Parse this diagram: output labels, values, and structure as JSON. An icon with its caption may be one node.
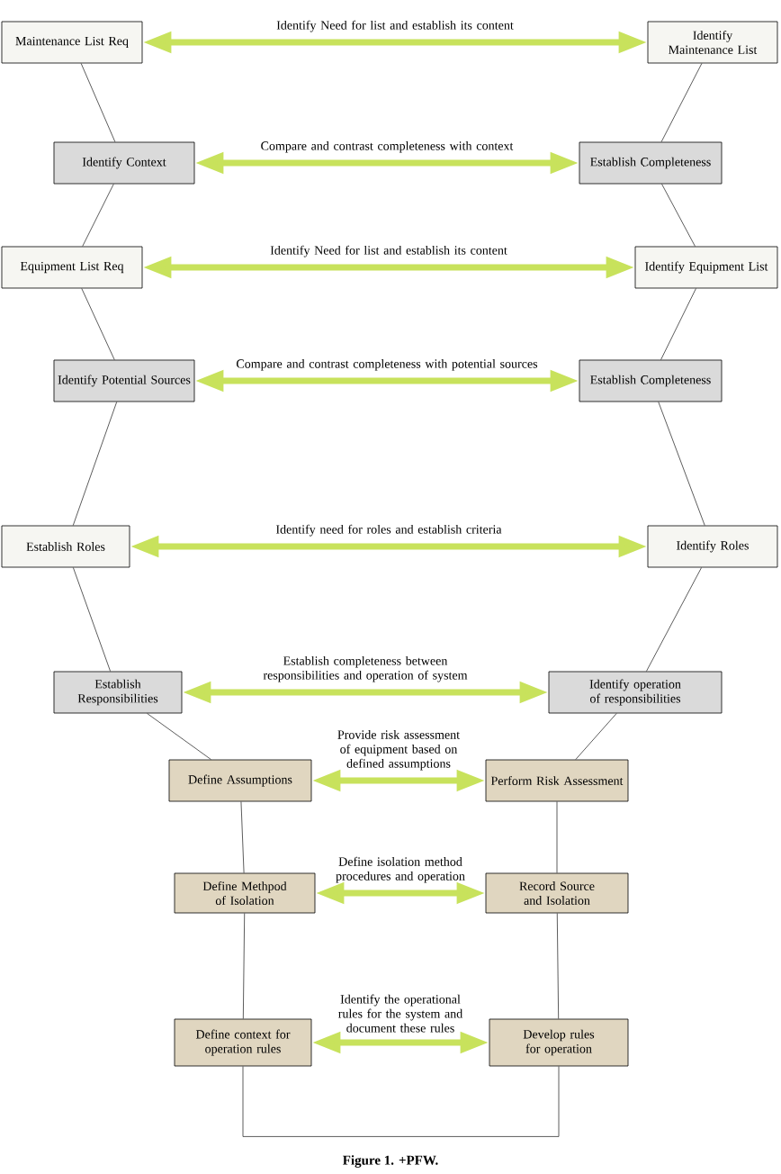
{
  "diagram": {
    "caption": "Figure 1. +PFW.",
    "nodes": [
      {
        "text": [
          "Maintenance List Req"
        ]
      },
      {
        "text": [
          "Identify Maintenance List"
        ]
      },
      {
        "text": [
          "Identify Context"
        ]
      },
      {
        "text": [
          "Establish Completeness"
        ]
      },
      {
        "text": [
          "Equipment List Req"
        ]
      },
      {
        "text": [
          "Identify Equipment List"
        ]
      },
      {
        "text": [
          "Identify Potential Sources"
        ]
      },
      {
        "text": [
          "Establish Completeness"
        ]
      },
      {
        "text": [
          "Establish Roles"
        ]
      },
      {
        "text": [
          "Identify Roles"
        ]
      },
      {
        "text": [
          "Establish Responsibilities"
        ]
      },
      {
        "text": [
          "Identify operation of responsibilities"
        ]
      },
      {
        "text": [
          "Define Assumptions"
        ]
      },
      {
        "text": [
          "Perform Risk Assessment"
        ]
      },
      {
        "text": [
          "Define Methpod of Isolation"
        ]
      },
      {
        "text": [
          "Record Source and Isolation"
        ]
      },
      {
        "text": [
          "Define context for operation rules"
        ]
      },
      {
        "text": [
          "Develop rules for operation"
        ]
      }
    ],
    "edges": [
      {
        "from": 0,
        "to": 1,
        "arrow": "both",
        "label": "Identify Need for list and establish its content",
        "style": "thick",
        "color": "#c8e25c"
      },
      {
        "from": 2,
        "to": 3,
        "arrow": "both",
        "label": "Compare and contrast completeness with context",
        "style": "thick",
        "color": "#c8e25c"
      },
      {
        "from": 4,
        "to": 5,
        "arrow": "both",
        "label": "Identify Need for list and establish its content",
        "style": "thick",
        "color": "#c8e25c"
      },
      {
        "from": 6,
        "to": 7,
        "arrow": "both",
        "label": "Compare and contrast completeness with potential sources",
        "style": "thick",
        "color": "#c8e25c"
      },
      {
        "from": 8,
        "to": 9,
        "arrow": "both",
        "label": "Identify need for roles and establish criteria",
        "style": "thick",
        "color": "#c8e25c"
      },
      {
        "from": 10,
        "to": 11,
        "arrow": "both",
        "label": "Establish completeness between responsibilities and operation of system",
        "style": "thick",
        "color": "#c8e25c"
      },
      {
        "from": 12,
        "to": 13,
        "arrow": "both",
        "label": "Provide risk assessment of equipment based on defined assumptions",
        "style": "thick",
        "color": "#c8e25c"
      },
      {
        "from": 14,
        "to": 15,
        "arrow": "both",
        "label": "Define isolation method procedures and operation",
        "style": "thick",
        "color": "#c8e25c"
      },
      {
        "from": 16,
        "to": 17,
        "arrow": "both",
        "label": "Identify the operational rules for the system and document these rules",
        "style": "thick",
        "color": "#c8e25c"
      },
      {
        "from": 0,
        "to": 2,
        "arrow": "none"
      },
      {
        "from": 2,
        "to": 4,
        "arrow": "none"
      },
      {
        "from": 4,
        "to": 6,
        "arrow": "none"
      },
      {
        "from": 6,
        "to": 8,
        "arrow": "none"
      },
      {
        "from": 8,
        "to": 10,
        "arrow": "none"
      },
      {
        "from": 10,
        "to": 12,
        "arrow": "none"
      },
      {
        "from": 12,
        "to": 14,
        "arrow": "none"
      },
      {
        "from": 14,
        "to": 16,
        "arrow": "none"
      },
      {
        "from": 1,
        "to": 3,
        "arrow": "none"
      },
      {
        "from": 3,
        "to": 5,
        "arrow": "none"
      },
      {
        "from": 5,
        "to": 7,
        "arrow": "none"
      },
      {
        "from": 7,
        "to": 9,
        "arrow": "none"
      },
      {
        "from": 9,
        "to": 11,
        "arrow": "none"
      },
      {
        "from": 11,
        "to": 13,
        "arrow": "none"
      },
      {
        "from": 13,
        "to": 15,
        "arrow": "none"
      },
      {
        "from": 15,
        "to": 17,
        "arrow": "none"
      },
      {
        "from": 16,
        "to": 17,
        "arrow": "none"
      }
    ]
  }
}
